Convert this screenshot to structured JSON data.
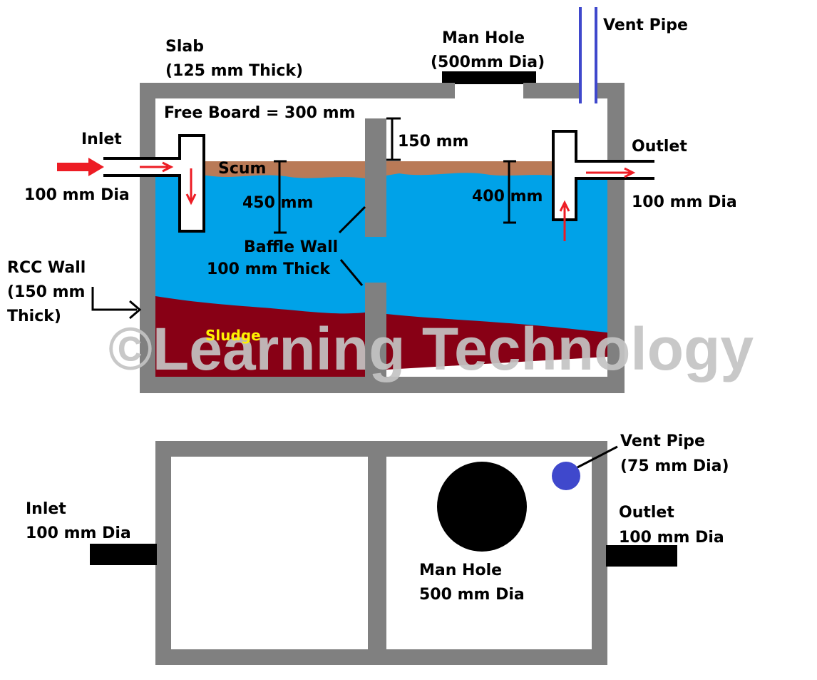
{
  "section": {
    "slab": [
      "Slab",
      "(125 mm Thick)"
    ],
    "manhole": [
      "Man Hole",
      "(500mm Dia)"
    ],
    "vent_pipe": "Vent Pipe",
    "free_board": "Free Board = 300 mm",
    "inlet": "Inlet",
    "inlet_dia": "100 mm Dia",
    "outlet": "Outlet",
    "outlet_dia": "100 mm Dia",
    "scum": "Scum",
    "dim_150": "150 mm",
    "dim_450": "450 mm",
    "dim_400": "400 mm",
    "baffle_wall": [
      "Baffle Wall",
      "100 mm Thick"
    ],
    "rcc_wall": [
      "RCC Wall",
      "(150 mm",
      "Thick)"
    ],
    "sludge": "Sludge",
    "watermark": "©Learning Technology"
  },
  "plan": {
    "vent_pipe": [
      "Vent Pipe",
      "(75 mm Dia)"
    ],
    "inlet": [
      "Inlet",
      "100 mm Dia"
    ],
    "outlet": [
      "Outlet",
      "100 mm Dia"
    ],
    "manhole": [
      "Man Hole",
      "500 mm Dia"
    ]
  },
  "colors": {
    "wall": "#808080",
    "water": "#00a2e8",
    "scum": "#b97a57",
    "sludge": "#880015",
    "arrow": "#ed1c24",
    "vent": "#3f48cc",
    "sludge_text": "#fff200",
    "watermark": "#c3c3c3"
  }
}
